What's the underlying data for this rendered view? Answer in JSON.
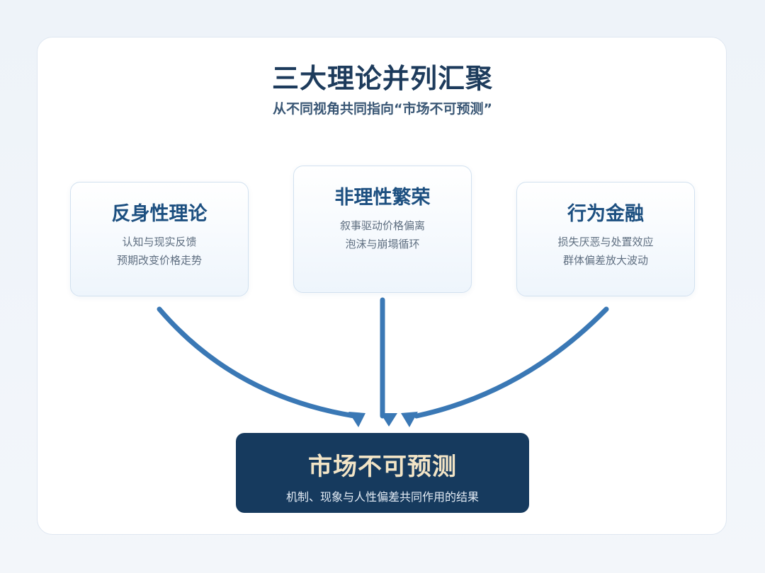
{
  "title": "三大理论并列汇聚",
  "subtitle": "从不同视角共同指向“市场不可预测”",
  "cards": [
    {
      "title": "反身性理论",
      "lines": [
        "认知与现实反馈",
        "预期改变价格走势"
      ]
    },
    {
      "title": "非理性繁荣",
      "lines": [
        "叙事驱动价格偏离",
        "泡沫与崩塌循环"
      ]
    },
    {
      "title": "行为金融",
      "lines": [
        "损失厌恶与处置效应",
        "群体偏差放大波动"
      ]
    }
  ],
  "result": {
    "title": "市场不可预测",
    "subtitle": "机制、现象与人性偏差共同作用的结果"
  },
  "colors": {
    "arrow": "#3a78b5",
    "result_bg": "#163a5e",
    "result_title": "#f2e4c6"
  }
}
